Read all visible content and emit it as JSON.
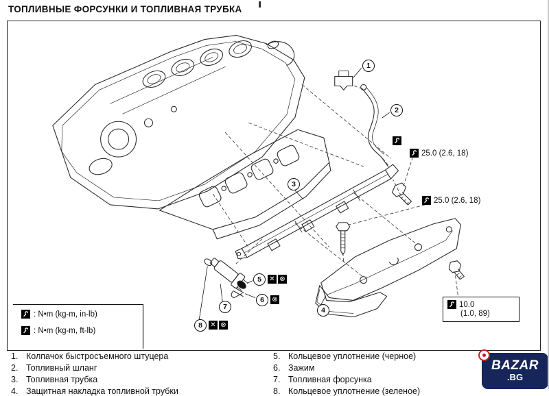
{
  "title": "ТОПЛИВНЫЕ ФОРСУНКИ И ТОПЛИВНАЯ ТРУБКА",
  "icons": {
    "cross_square": "✕",
    "cross_circle": "⊗"
  },
  "diagram": {
    "callouts": [
      {
        "num": "1"
      },
      {
        "num": "2"
      },
      {
        "num": "3"
      },
      {
        "num": "4"
      },
      {
        "num": "5"
      },
      {
        "num": "6"
      },
      {
        "num": "7"
      },
      {
        "num": "8"
      }
    ],
    "torques": {
      "upper": "25.0 (2.6, 18)",
      "middle": "25.0 (2.6, 18)",
      "boxed_line1": "10.0",
      "boxed_line2": "(1.0, 89)"
    },
    "legend": [
      {
        "text": ": N•m (kg-m, in-lb)"
      },
      {
        "text": ": N•m (kg-m, ft-lb)"
      }
    ]
  },
  "parts": {
    "left": [
      {
        "num": "1.",
        "label": "Колпачок быстросъемного штуцера"
      },
      {
        "num": "2.",
        "label": "Топливный шланг"
      },
      {
        "num": "3.",
        "label": "Топливная трубка"
      },
      {
        "num": "4.",
        "label": "Защитная накладка топливной трубки"
      }
    ],
    "right": [
      {
        "num": "5.",
        "label": "Кольцевое уплотнение (черное)"
      },
      {
        "num": "6.",
        "label": "Зажим"
      },
      {
        "num": "7.",
        "label": "Топливная форсунка"
      },
      {
        "num": "8.",
        "label": "Кольцевое уплотнение (зеленое)"
      }
    ]
  },
  "watermark": {
    "brand": "BAZAR",
    "suffix": ".BG"
  }
}
